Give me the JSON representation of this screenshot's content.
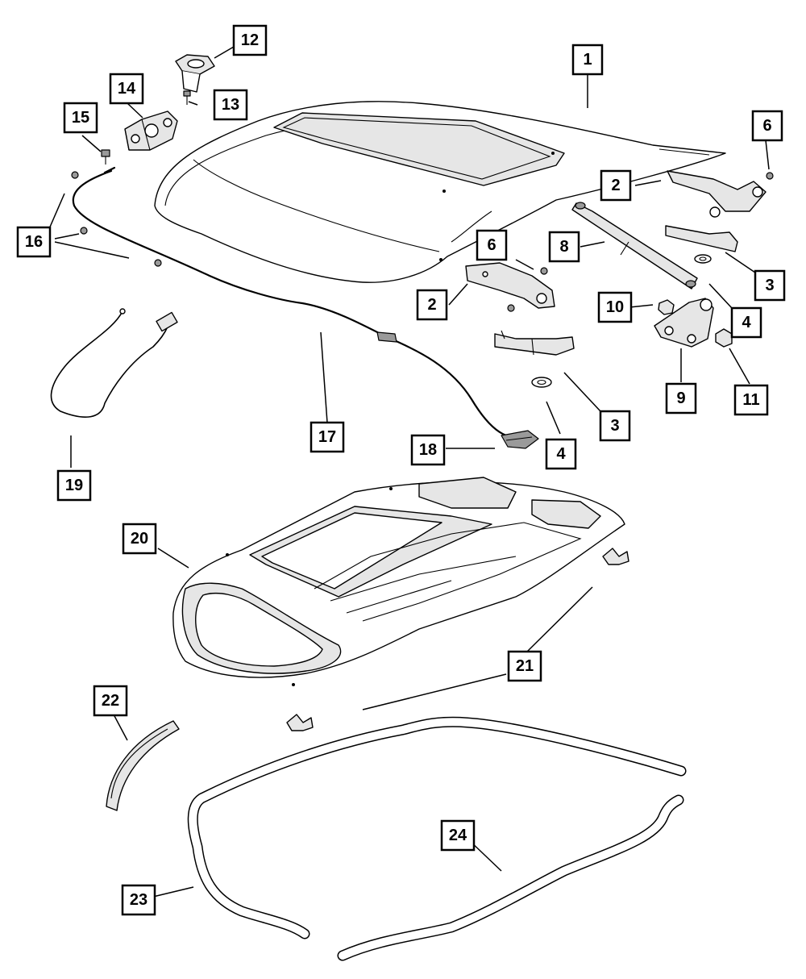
{
  "callouts": [
    {
      "id": "1",
      "label": "1"
    },
    {
      "id": "2a",
      "label": "2"
    },
    {
      "id": "2b",
      "label": "2"
    },
    {
      "id": "3a",
      "label": "3"
    },
    {
      "id": "3b",
      "label": "3"
    },
    {
      "id": "4a",
      "label": "4"
    },
    {
      "id": "4b",
      "label": "4"
    },
    {
      "id": "6a",
      "label": "6"
    },
    {
      "id": "6b",
      "label": "6"
    },
    {
      "id": "8",
      "label": "8"
    },
    {
      "id": "9",
      "label": "9"
    },
    {
      "id": "10",
      "label": "10"
    },
    {
      "id": "11",
      "label": "11"
    },
    {
      "id": "12",
      "label": "12"
    },
    {
      "id": "13",
      "label": "13"
    },
    {
      "id": "14",
      "label": "14"
    },
    {
      "id": "15",
      "label": "15"
    },
    {
      "id": "16",
      "label": "16"
    },
    {
      "id": "17",
      "label": "17"
    },
    {
      "id": "18",
      "label": "18"
    },
    {
      "id": "19",
      "label": "19"
    },
    {
      "id": "20",
      "label": "20"
    },
    {
      "id": "21",
      "label": "21"
    },
    {
      "id": "22",
      "label": "22"
    },
    {
      "id": "23",
      "label": "23"
    },
    {
      "id": "24",
      "label": "24"
    }
  ]
}
